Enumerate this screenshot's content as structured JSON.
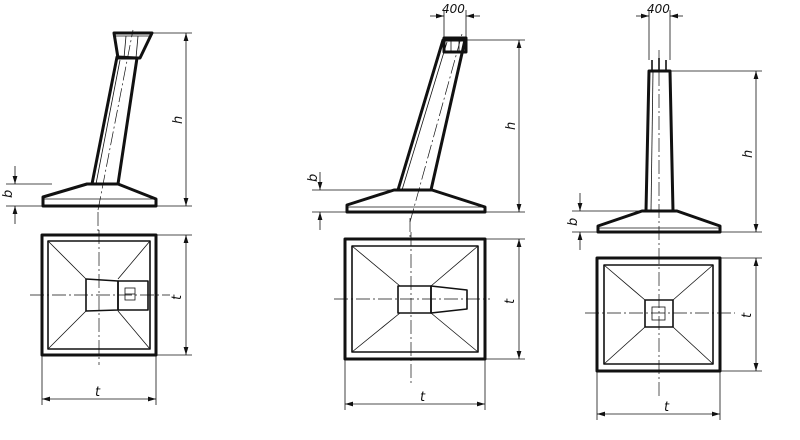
{
  "labels": {
    "height": "h",
    "plate_thickness": "b",
    "base_width": "t",
    "column_width": "400"
  },
  "colors": {
    "line": "#111111",
    "background": "#ffffff"
  }
}
